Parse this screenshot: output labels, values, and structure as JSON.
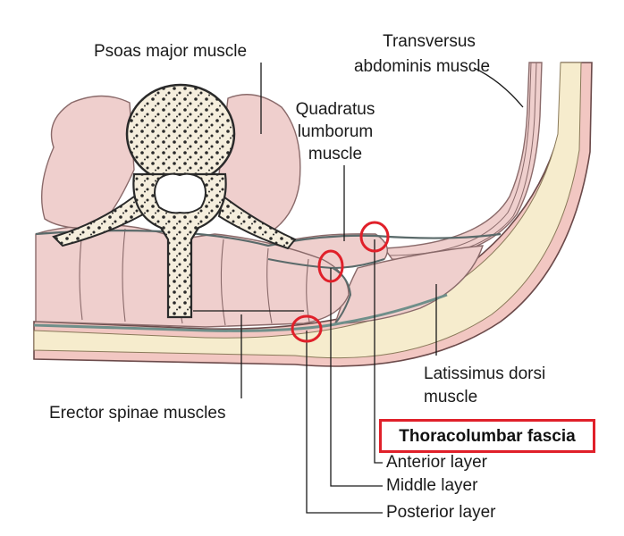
{
  "labels": {
    "psoas": "Psoas major muscle",
    "transversus_1": "Transversus",
    "transversus_2": "abdominis muscle",
    "quadratus_1": "Quadratus",
    "quadratus_2": "lumborum",
    "quadratus_3": "muscle",
    "latissimus_1": "Latissimus dorsi",
    "latissimus_2": "muscle",
    "erector": "Erector spinae muscles",
    "thoracolumbar": "Thoracolumbar fascia",
    "anterior": "Anterior layer",
    "middle": "Middle layer",
    "posterior": "Posterior layer"
  },
  "colors": {
    "muscle": "#efcfcd",
    "muscle_stroke": "#8a6a6a",
    "fat": "#f6eccd",
    "skin": "#f2c7c2",
    "fascia": "#cfe0dc",
    "bone": "#f5eedd",
    "highlight": "#e0202a"
  }
}
